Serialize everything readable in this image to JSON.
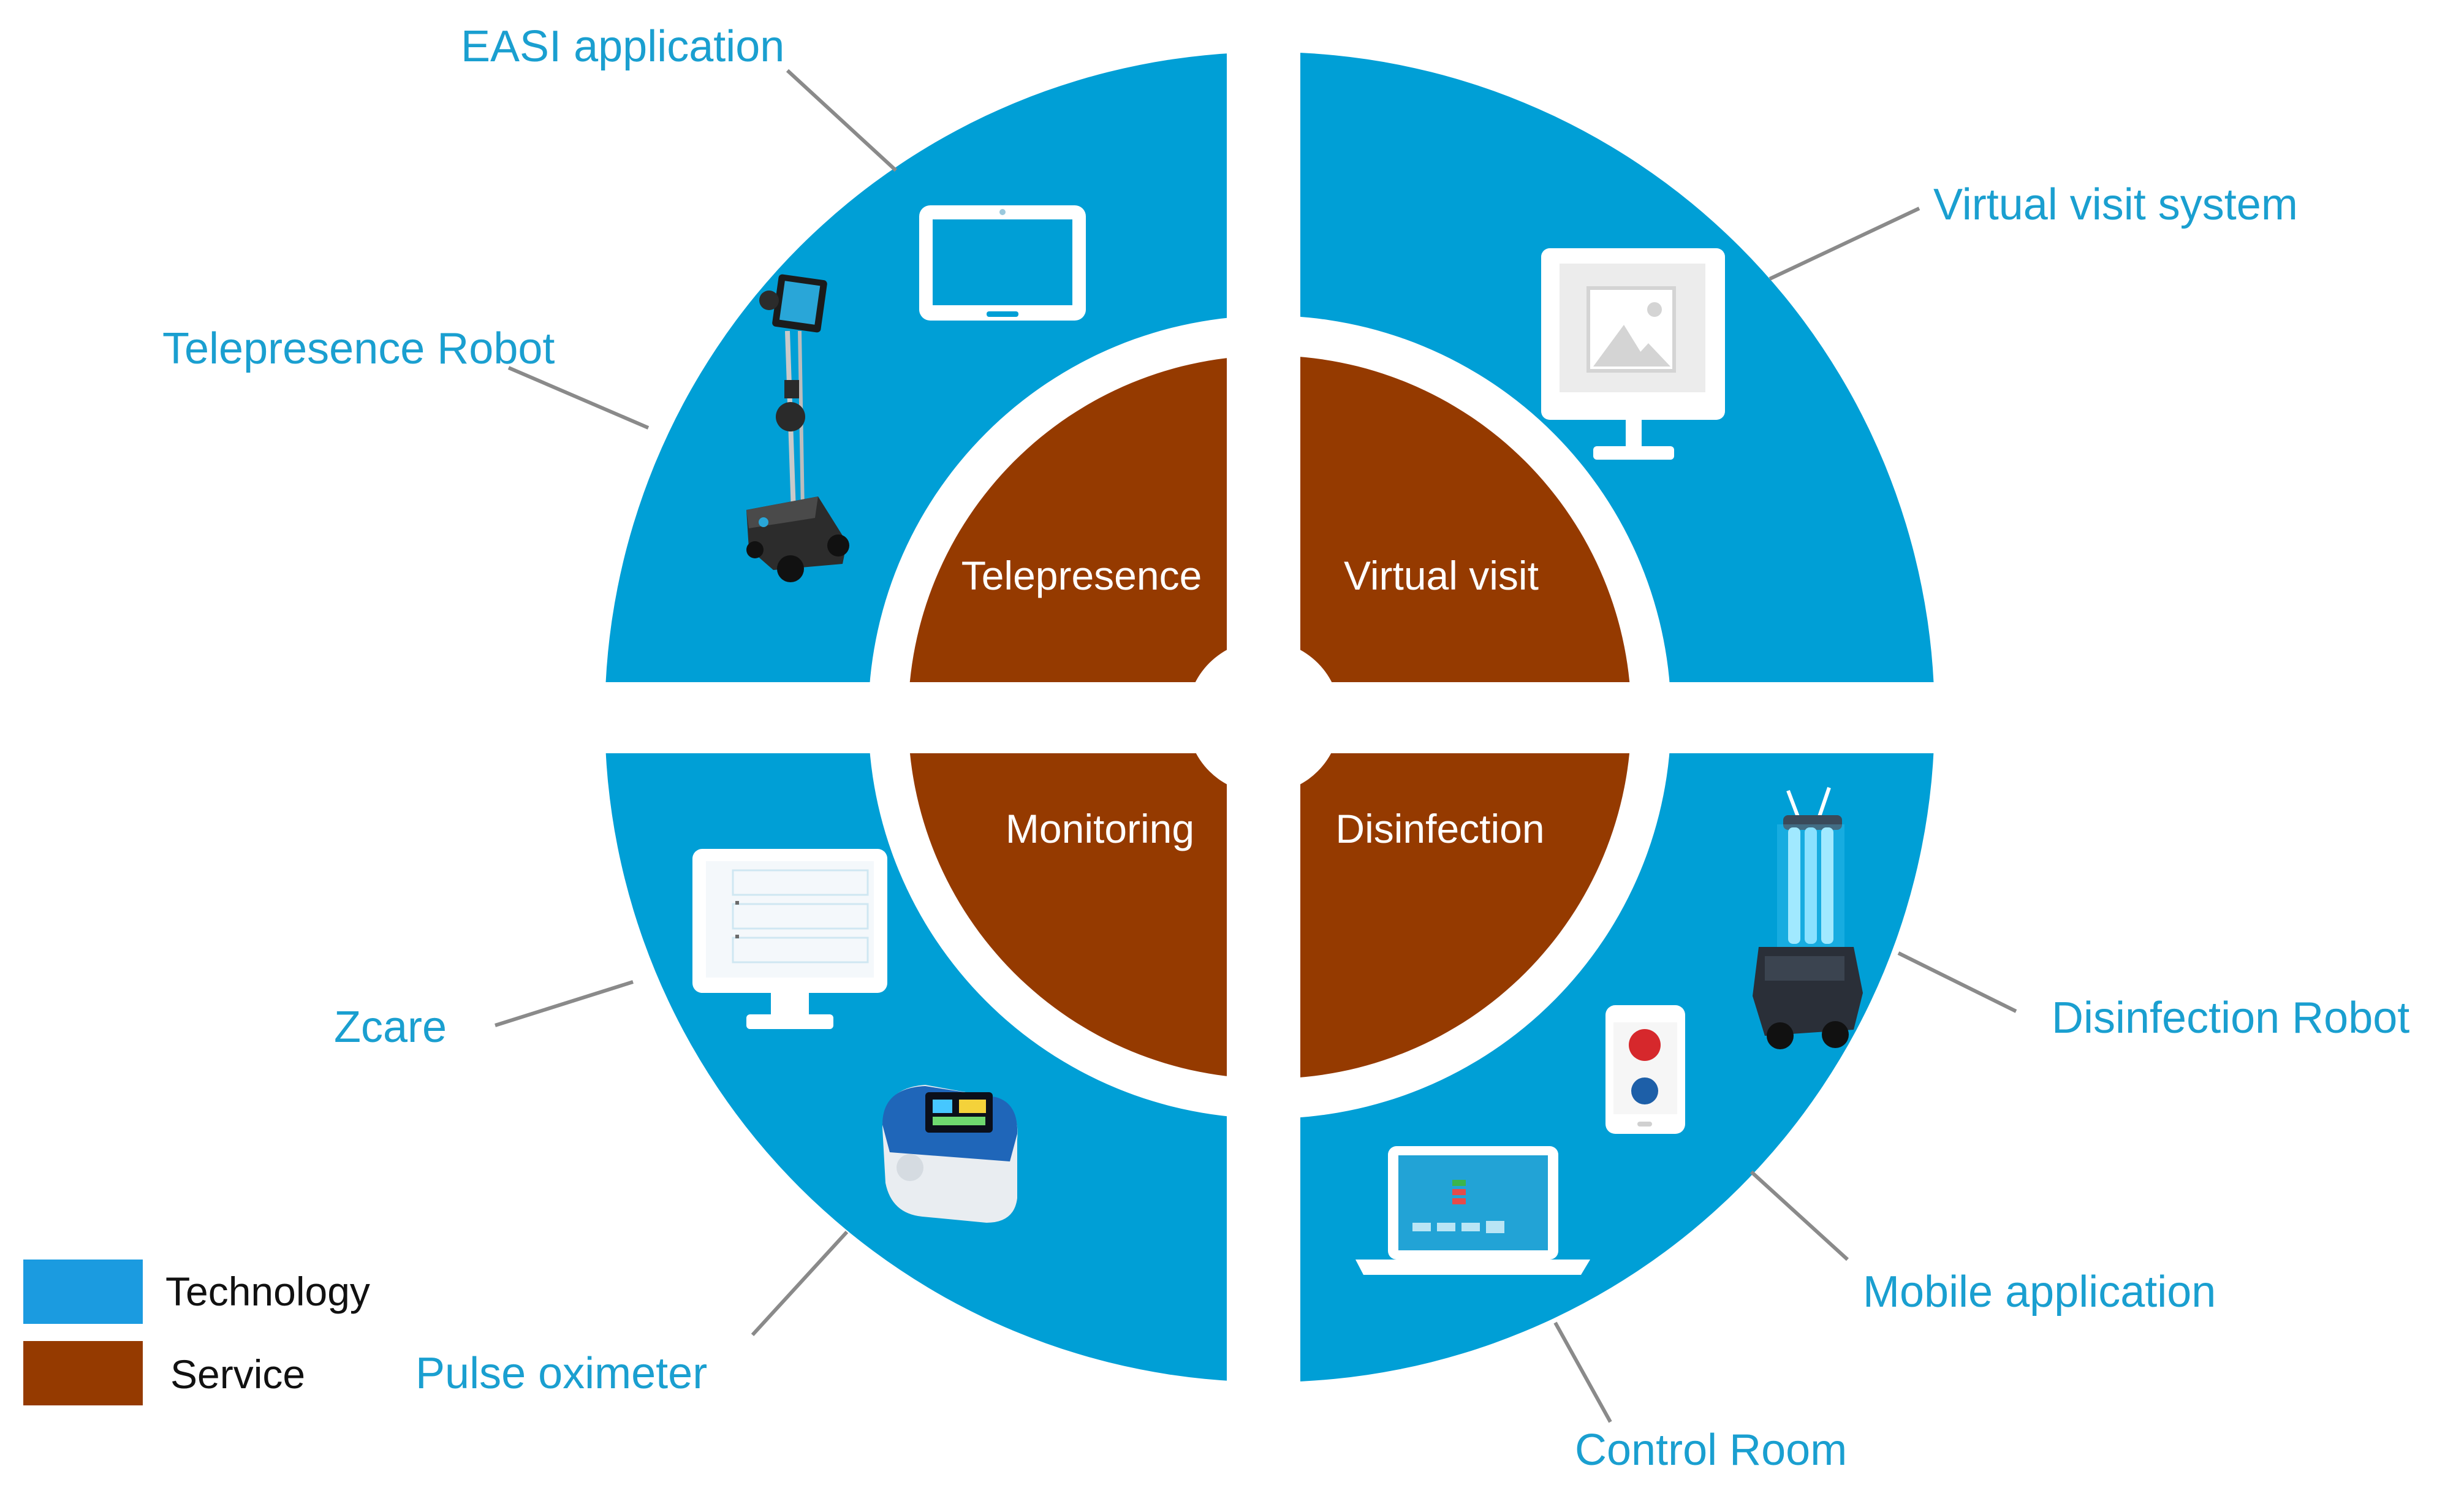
{
  "colors": {
    "technology": "#009fd6",
    "service": "#953a00",
    "separator": "#ffffff",
    "label_text": "#1a9fd0",
    "leader_line": "#8a8a8a"
  },
  "services": {
    "telepresence": "Telepresence",
    "virtual_visit": "Virtual visit",
    "monitoring": "Monitoring",
    "disinfection": "Disinfection"
  },
  "technologies": {
    "easi_application": "EASI application",
    "telepresence_robot": "Telepresence Robot",
    "virtual_visit_system": "Virtual visit system",
    "zcare": "Zcare",
    "pulse_oximeter": "Pulse oximeter",
    "disinfection_robot": "Disinfection Robot",
    "mobile_application": "Mobile application",
    "control_room": "Control Room"
  },
  "legend": {
    "technology": "Technology",
    "service": "Service"
  },
  "icons": {
    "tablet": "tablet-icon",
    "telepresence_robot": "telepresence-robot-icon",
    "monitor": "monitor-image-icon",
    "zcare_monitor": "monitor-chart-icon",
    "pulse_oximeter": "pulse-oximeter-icon",
    "disinfection_robot": "uv-robot-icon",
    "mobile_phone": "phone-icon",
    "laptop": "laptop-icon"
  }
}
